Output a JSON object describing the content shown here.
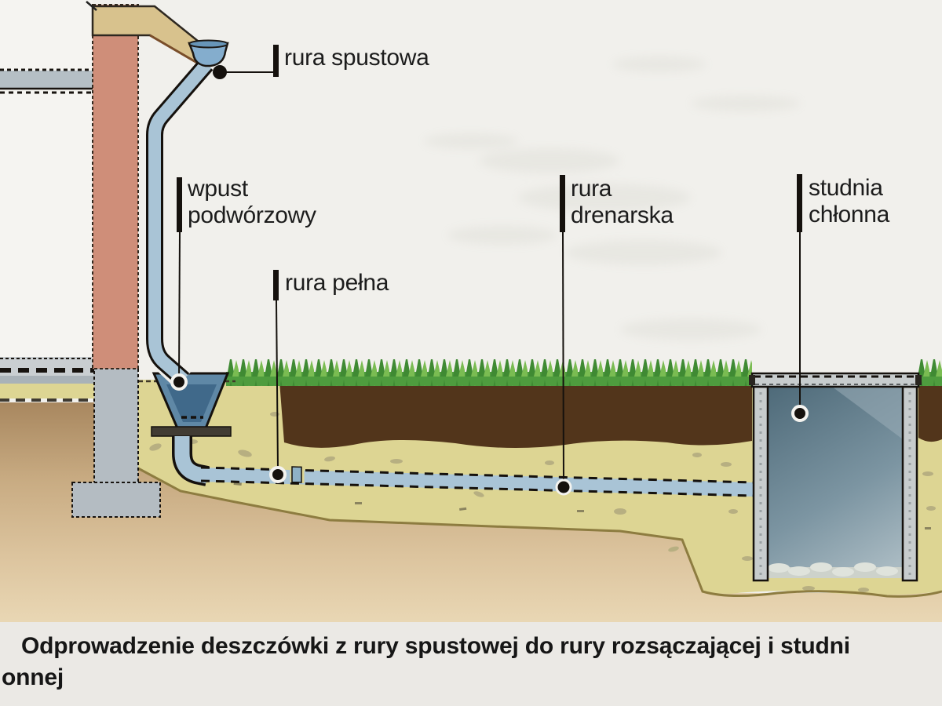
{
  "figure": {
    "labels": {
      "rura_spustowa": "rura spustowa",
      "wpust_podworzowy": "wpust\npodwórzowy",
      "rura_pelna": "rura pełna",
      "rura_drenarska": "rura\ndrenarska",
      "studnia_chlonna": "studnia\nchłonna"
    },
    "caption_line1": "Odprowadzenie deszczówki z rury spustowej do rury rozsączającej i studni",
    "caption_line2": "onnej"
  },
  "colors": {
    "background": "#f1f0ec",
    "house_interior": "#f5f4f1",
    "caption_bg": "#ebe9e5",
    "text": "#1c1c1c",
    "outline": "#17130f",
    "wall": "#cf8e79",
    "roof": "#d8c28d",
    "concrete": "#b4bcc2",
    "well_concrete": "#c7cccd",
    "pipe": "#a9c4d6",
    "gutter": "#84adcd",
    "inlet": "#5f88a6",
    "inlet_inner": "#40698a",
    "sand": "#ddd593",
    "topsoil": "#52351b",
    "grass": "#4e9c3e",
    "grass_dark": "#3f8a33",
    "grass_light": "#7abc52",
    "trench_line": "#8d7c40"
  }
}
